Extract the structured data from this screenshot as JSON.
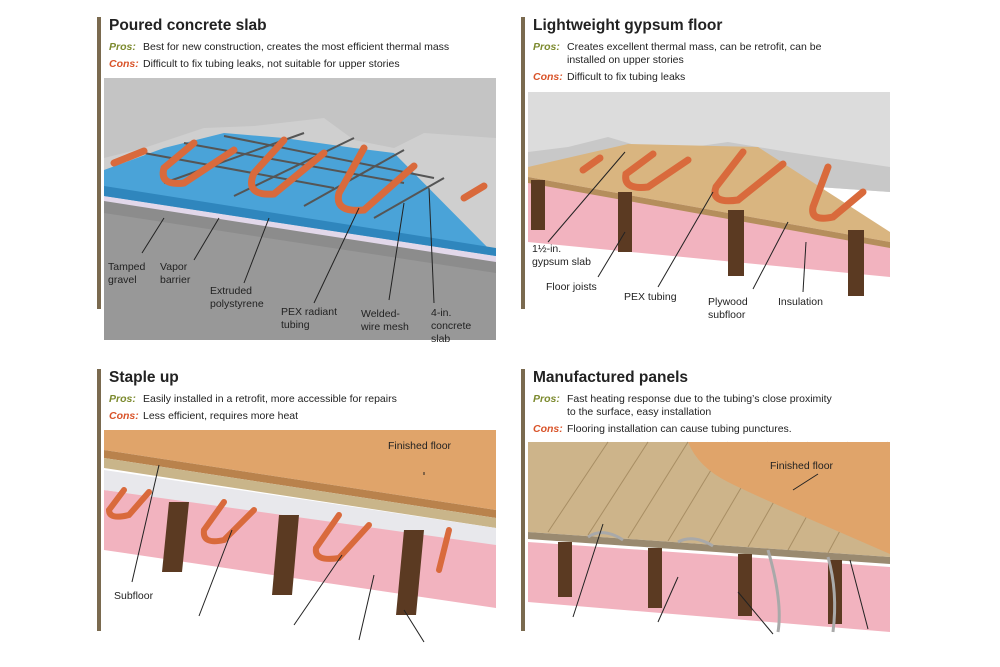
{
  "panels": {
    "poured": {
      "title": "Poured concrete slab",
      "pros_label": "Pros:",
      "pros": "Best for new construction, creates the most efficient thermal mass",
      "cons_label": "Cons:",
      "cons": "Difficult to fix tubing leaks, not suitable for upper stories",
      "labels": {
        "tamped1": "Tamped",
        "tamped2": "gravel",
        "vapor1": "Vapor",
        "vapor2": "barrier",
        "ext1": "Extruded",
        "ext2": "polystyrene",
        "pex1": "PEX radiant",
        "pex2": "tubing",
        "weld1": "Welded-",
        "weld2": "wire mesh",
        "conc1": "4-in.",
        "conc2": "concrete",
        "conc3": "slab"
      }
    },
    "gypsum": {
      "title": "Lightweight gypsum floor",
      "pros_label": "Pros:",
      "pros1": "Creates excellent thermal mass, can be retrofit, can be",
      "pros2": "installed on upper stories",
      "cons_label": "Cons:",
      "cons": "Difficult to fix tubing leaks",
      "labels": {
        "slab1": "1½-in.",
        "slab2": "gypsum slab",
        "joists": "Floor joists",
        "pex": "PEX tubing",
        "ply1": "Plywood",
        "ply2": "subfloor",
        "insul": "Insulation"
      }
    },
    "staple": {
      "title": "Staple up",
      "pros_label": "Pros:",
      "pros": "Easily installed in a retrofit, more accessible for repairs",
      "cons_label": "Cons:",
      "cons": "Less efficient, requires more heat",
      "labels": {
        "finished": "Finished floor",
        "subfloor": "Subfloor"
      }
    },
    "manufactured": {
      "title": "Manufactured panels",
      "pros_label": "Pros:",
      "pros1": "Fast heating response due to the tubing’s close proximity",
      "pros2": "to the surface, easy installation",
      "cons_label": "Cons:",
      "cons": "Flooring installation can cause tubing punctures.",
      "labels": {
        "finished": "Finished floor"
      }
    }
  },
  "colors": {
    "bar": "#7a6a4f",
    "pros": "#7c8a2e",
    "cons": "#d9542a",
    "foam": "#4aa3d8",
    "tubing": "#d96a3c",
    "insulation": "#f2b3bf",
    "wood": "#d9a06a",
    "joist": "#5b3a22"
  }
}
